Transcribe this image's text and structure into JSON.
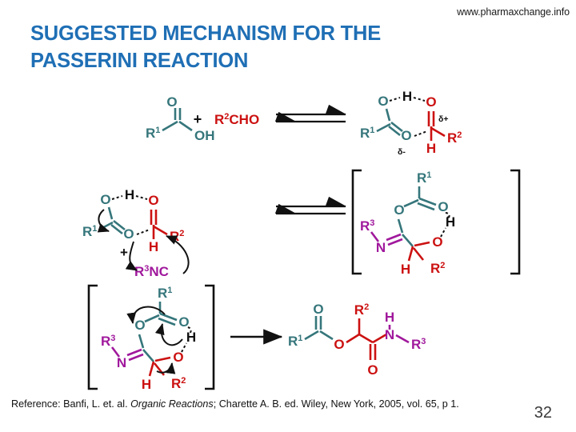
{
  "header": {
    "site_url": "www.pharmaxchange.info"
  },
  "title": {
    "line1": "SUGGESTED MECHANISM FOR THE",
    "line2": "PASSERINI REACTION",
    "color": "#1f6fb5"
  },
  "colors": {
    "teal": "#35767b",
    "red": "#cc1111",
    "magenta": "#a0189c",
    "black": "#111111",
    "title_blue": "#1f6fb5"
  },
  "footer": {
    "reference_prefix": "Reference: Banfi, L. et. al. ",
    "reference_italic": "Organic Reactions",
    "reference_suffix": "; Charette A. B. ed. Wiley, New York, 2005, vol. 65, p 1.",
    "page_number": "32"
  },
  "scheme": {
    "labels": {
      "plus": "+",
      "r1": "R",
      "r2": "R",
      "r3": "R",
      "sup1": "1",
      "sup2": "2",
      "sup3": "3",
      "O": "O",
      "OH": "OH",
      "H": "H",
      "N": "N",
      "R2CHO": "R2CHO",
      "R3NC": "R3NC",
      "delta_plus": "δ+",
      "delta_minus": "δ-"
    },
    "step1": {
      "reactant_a_name": "carboxylic-acid",
      "reactant_b_name": "aldehyde",
      "arrow": "equilibrium",
      "product_name": "hydrogen-bonded-complex"
    },
    "step2": {
      "reactant_name": "hydrogen-bonded-complex-with-isocyanide",
      "arrow": "equilibrium",
      "product_name": "cyclic-intermediate-bracketed"
    },
    "step3": {
      "reactant_name": "cyclic-intermediate-rearrangement",
      "arrow": "forward",
      "product_name": "alpha-acyloxy-amide"
    }
  }
}
